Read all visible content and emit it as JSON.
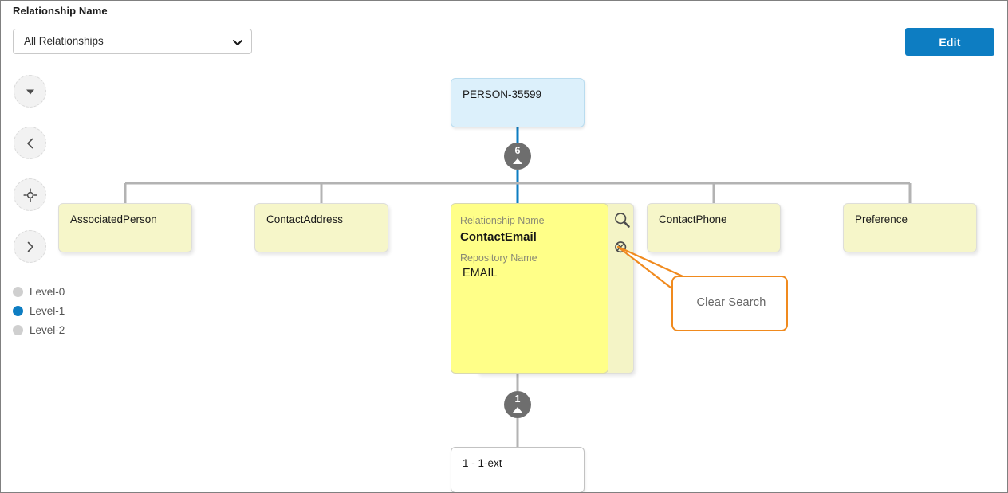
{
  "header": {
    "field_label": "Relationship Name",
    "select": {
      "value": "All Relationships",
      "placeholder": "All Relationships",
      "caret_icon": "chevron-down-icon"
    },
    "edit_button": "Edit"
  },
  "toolbar": {
    "buttons": [
      {
        "name": "collapse-down-button",
        "icon": "triangle-down-icon"
      },
      {
        "name": "pan-left-button",
        "icon": "chevron-left-icon"
      },
      {
        "name": "recenter-button",
        "icon": "crosshair-icon"
      },
      {
        "name": "pan-right-button",
        "icon": "chevron-right-icon"
      }
    ]
  },
  "legend": {
    "items": [
      {
        "label": "Level-0",
        "color": "#cfcfcf",
        "active": false
      },
      {
        "label": "Level-1",
        "color": "#0d7dc2",
        "active": true
      },
      {
        "label": "Level-2",
        "color": "#cfcfcf",
        "active": false
      }
    ]
  },
  "graph": {
    "root": {
      "label": "PERSON-35599",
      "color": "#dcf0fb"
    },
    "badges": [
      {
        "name": "root-child-count-badge",
        "count": "6"
      },
      {
        "name": "contactemail-child-count-badge",
        "count": "1"
      }
    ],
    "siblings": [
      {
        "label": "AssociatedPerson"
      },
      {
        "label": "ContactAddress"
      },
      {
        "label": "ContactPhone"
      },
      {
        "label": "Preference"
      }
    ],
    "active_card": {
      "caption_relationship": "Relationship Name",
      "value_relationship": "ContactEmail",
      "caption_repository": "Repository Name",
      "value_repository": "EMAIL",
      "search_icon": "search-icon",
      "clear_search_icon": "clear-search-icon"
    },
    "child": {
      "label": "1 - 1-ext"
    },
    "colors": {
      "node_yellow": "#f6f6c9",
      "node_active_yellow": "#ffff88",
      "node_blue": "#dcf0fb",
      "connector_gray": "#b3b3b3",
      "connector_active": "#0d7dc2",
      "badge_gray": "#6e6e6e"
    }
  },
  "callout": {
    "text": "Clear Search",
    "border_color": "#f08a1e"
  }
}
